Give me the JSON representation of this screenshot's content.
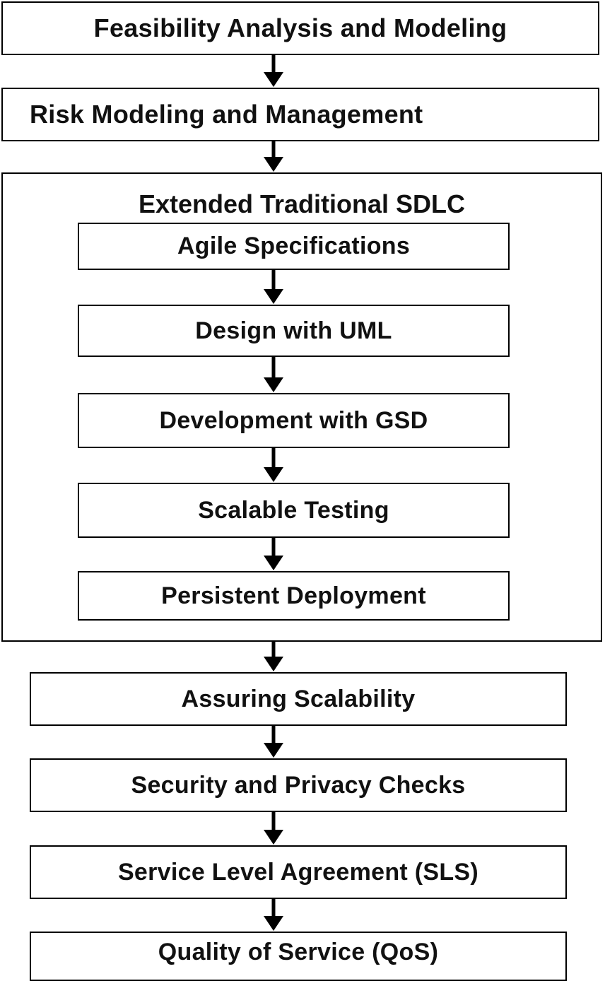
{
  "steps": {
    "feasibility": "Feasibility Analysis and Modeling",
    "risk": "Risk Modeling and Management"
  },
  "sdlc": {
    "title": "Extended Traditional SDLC",
    "phases": [
      "Agile Specifications",
      "Design with UML",
      "Development with GSD",
      "Scalable Testing",
      "Persistent Deployment"
    ]
  },
  "post_steps": [
    "Assuring Scalability",
    "Security and Privacy Checks",
    "Service Level Agreement (SLS)",
    "Quality of Service (QoS)"
  ],
  "colors": {
    "stroke": "#000000",
    "text": "#111111",
    "background": "#ffffff"
  }
}
